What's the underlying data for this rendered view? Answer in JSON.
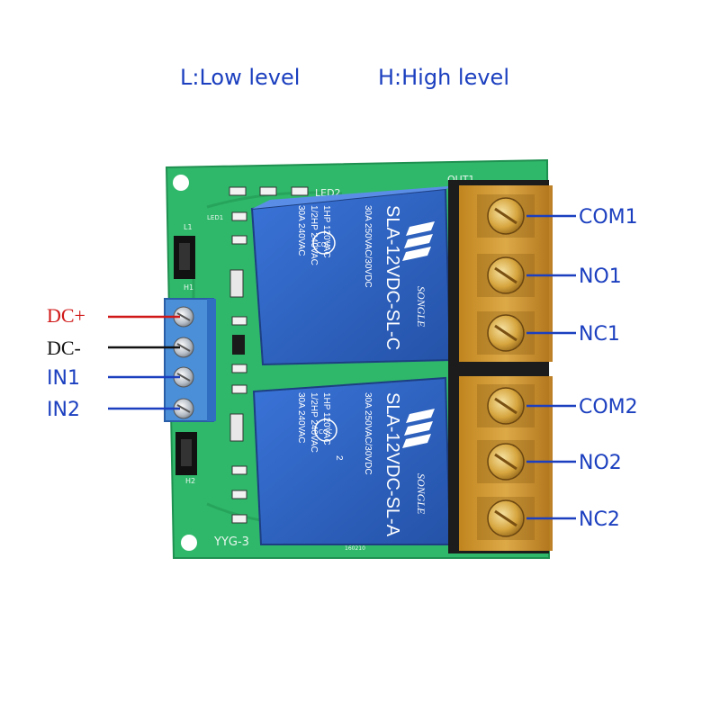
{
  "header": {
    "low_level": "L:Low level",
    "high_level": "H:High level"
  },
  "pcb": {
    "silkscreen_model": "YYG-3",
    "silkscreen_out": "OUT1",
    "silkscreen_led2": "LED2",
    "silkscreen_led1": "LED1",
    "silkscreen_l1": "L1",
    "silkscreen_h1": "H1",
    "silkscreen_h2": "H2",
    "silkscreen_date": "160210"
  },
  "relays": [
    {
      "brand": "SONGLE",
      "model": "SLA-12VDC-SL-C",
      "rating1": "30A 250VAC/30VDC",
      "rating2": "1HP 120VAC",
      "rating3": "1/2HP 240VAC",
      "rating4": "30A 240VAC",
      "cert": "CQC",
      "number": ""
    },
    {
      "brand": "SONGLE",
      "model": "SLA-12VDC-SL-A",
      "rating1": "30A 250VAC/30VDC",
      "rating2": "1HP 120VAC",
      "rating3": "1/2HP 240VAC",
      "rating4": "30A 240VAC",
      "cert": "CQC",
      "number": "2"
    }
  ],
  "left_pins": [
    {
      "label": "DC+",
      "color": "#d01818"
    },
    {
      "label": "DC-",
      "color": "#111111"
    },
    {
      "label": "IN1",
      "color": "#1b3fbf"
    },
    {
      "label": "IN2",
      "color": "#1b3fbf"
    }
  ],
  "right_pins": [
    {
      "label": "COM1"
    },
    {
      "label": "NO1"
    },
    {
      "label": "NC1"
    },
    {
      "label": "COM2"
    },
    {
      "label": "NO2"
    },
    {
      "label": "NC2"
    }
  ],
  "colors": {
    "pcb": "#2fb86a",
    "relay": "#2f62c4",
    "terminal_block": "#4a8fd8",
    "screw_terminal": "#d9a640",
    "label_blue": "#1b3fbf",
    "label_red": "#d01818"
  }
}
